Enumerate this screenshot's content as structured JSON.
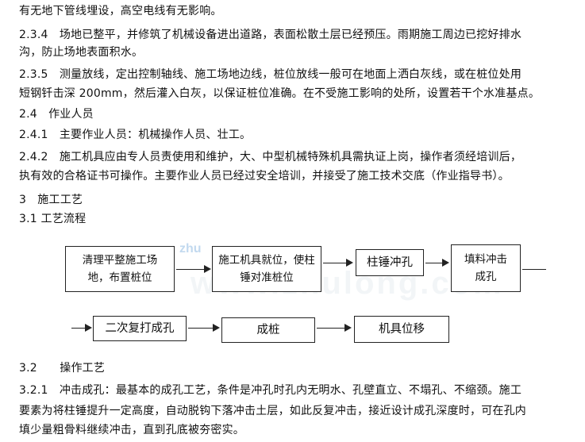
{
  "paragraphs": [
    "有无地下管线埋设，高空电线有无影响。",
    "2.3.4　场地已整平，并修筑了机械设备进出道路，表面松散土层已经预压。雨期施工周边已挖好排水",
    "沟，防止场地表面积水。",
    "2.3.5　测量放线，定出控制轴线、施工场地边线，桩位放线一般可在地面上洒白灰线，或在桩位处用",
    "短钢钎击深 200mm，然后灌入白灰，以保证桩位准确。在不受施工影响的处所，设置若干个水准基点。",
    "2.4　作业人员",
    "2.4.1　主要作业人员：机械操作人员、壮工。",
    "2.4.2　施工机具应由专人员责使用和维护，大、中型机械特殊机具需执证上岗，操作者须经培训后，",
    "执有效的合格证书可操作。主要作业人员已经过安全培训，并接受了施工技术交底（作业指导书）。",
    "3　施工工艺",
    "3.1 工艺流程"
  ],
  "flow": {
    "row1": [
      {
        "line1": "清理平整施工场",
        "line2": "地，布置桩位"
      },
      {
        "line1": "施工机具就位，使柱",
        "line2": "锤对准桩位"
      },
      {
        "line1": "柱锤冲孔",
        "line2": ""
      },
      {
        "line1": "填料冲击",
        "line2": "成孔"
      }
    ],
    "row2": [
      {
        "line1": "二次复打成孔"
      },
      {
        "line1": "成桩"
      },
      {
        "line1": "机具位移"
      }
    ]
  },
  "paragraphs_after": [
    "3.2　　操作工艺",
    "3.2.1　冲击成孔：最基本的成孔工艺，条件是冲孔时孔内无明水、孔壁直立、不塌孔、不缩颈。施工",
    "要素为将柱锤提升一定高度，自动脱钩下落冲击土层，如此反复冲击，接近设计成孔深度时，可在孔内",
    "填少量粗骨料继续冲击，直到孔底被夯密实。"
  ],
  "watermark": {
    "logo": "zhu",
    "text": "www.zhulong.com"
  }
}
